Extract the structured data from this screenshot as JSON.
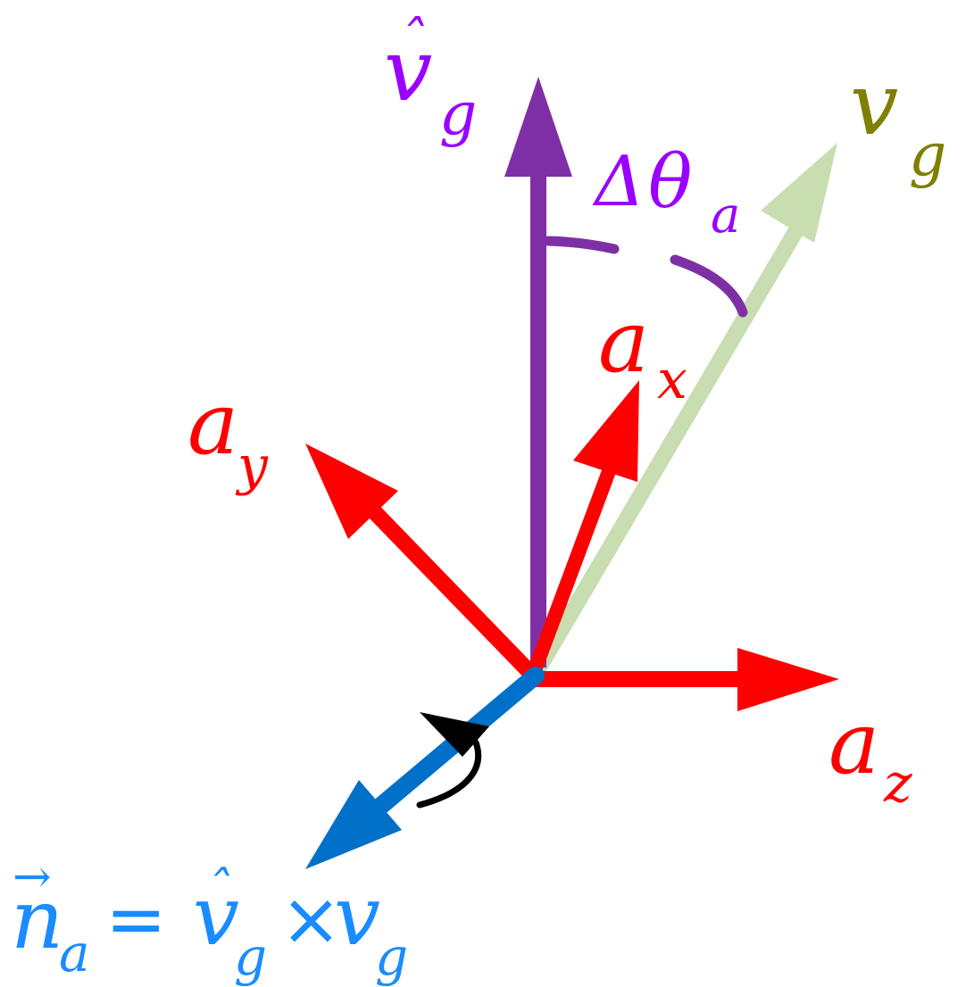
{
  "diagram": {
    "colors": {
      "vhat": "#7f2fa6",
      "vhat_label": "#9a00ff",
      "vg_arrow": "#c8ddb0",
      "vg_label": "#7f7f00",
      "axes": "#ff0000",
      "normal": "#0070c8",
      "normal_label": "#1a8cff",
      "rotation": "#000000",
      "angle_arc": "#7f2fa6"
    },
    "labels": {
      "vhat_g": {
        "main": "v",
        "sub": "g"
      },
      "v_g": {
        "main": "v",
        "sub": "g"
      },
      "delta_theta": {
        "delta": "Δ",
        "theta": "θ",
        "sub": "a"
      },
      "a_x": {
        "main": "a",
        "sub": "x"
      },
      "a_y": {
        "main": "a",
        "sub": "y"
      },
      "a_z": {
        "main": "a",
        "sub": "z"
      },
      "equation": {
        "n": "n",
        "n_sub": "a",
        "equals": "=",
        "v1": "v",
        "v1_sub": "g",
        "times": "×",
        "v2": "v",
        "v2_sub": "g"
      }
    },
    "icons": [
      "rotation-arrow-icon",
      "angle-arc-icon",
      "hat-accent-icon",
      "vector-arrow-accent-icon"
    ]
  }
}
